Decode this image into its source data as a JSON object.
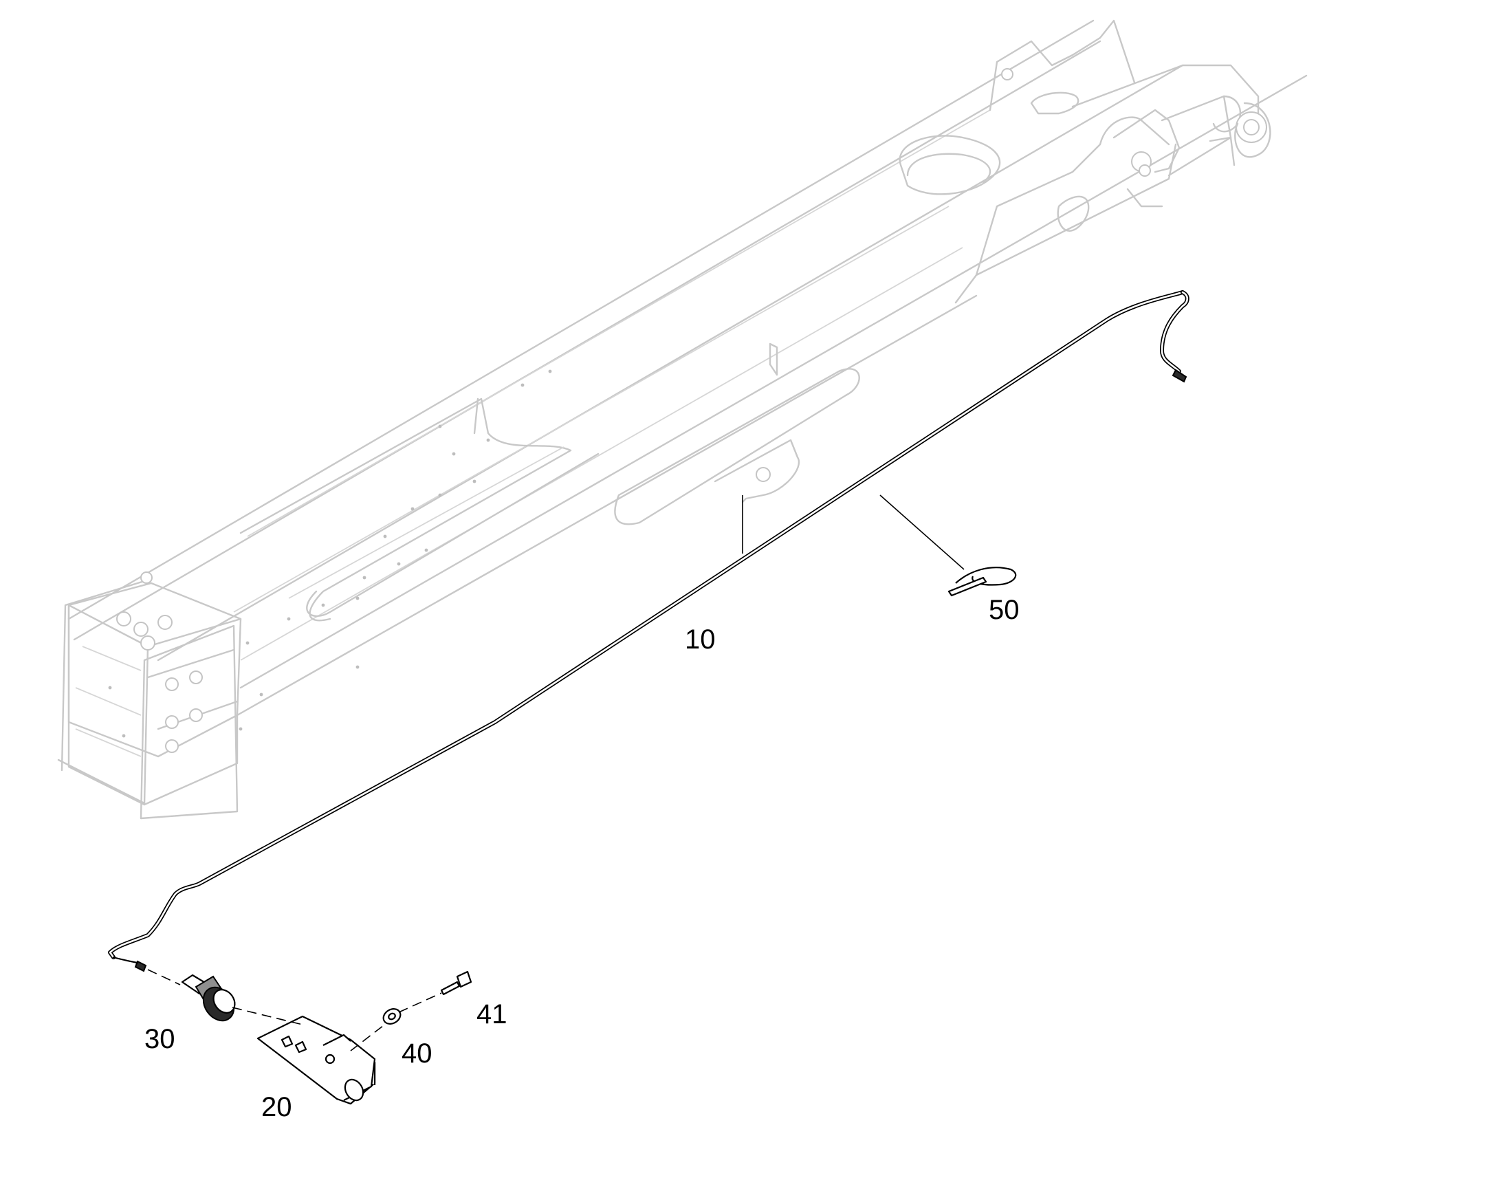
{
  "figure": {
    "parts": [
      {
        "id": "hose",
        "label": "10"
      },
      {
        "id": "bracket",
        "label": "20"
      },
      {
        "id": "sensor",
        "label": "30"
      },
      {
        "id": "washer",
        "label": "40"
      },
      {
        "id": "bolt",
        "label": "41"
      },
      {
        "id": "cable-tie",
        "label": "50"
      }
    ]
  }
}
